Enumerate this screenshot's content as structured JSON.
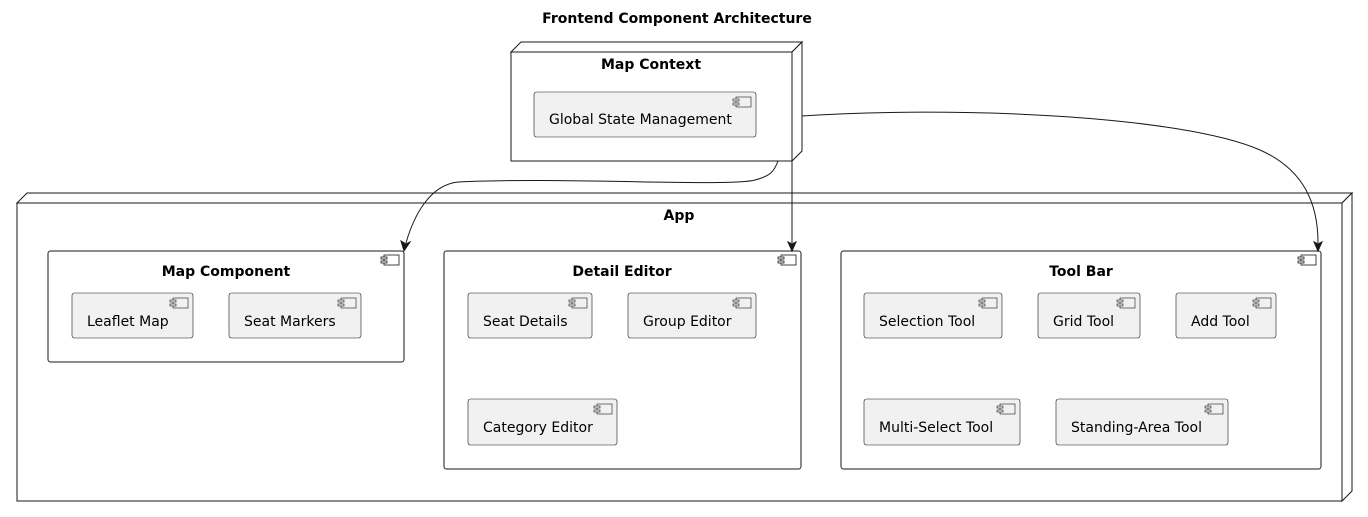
{
  "diagram": {
    "title": "Frontend Component Architecture",
    "nodes": {
      "map_context": {
        "label": "Map Context",
        "components": [
          "Global State Management"
        ]
      },
      "app": {
        "label": "App",
        "groups": {
          "map_component": {
            "label": "Map Component",
            "components": [
              "Leaflet Map",
              "Seat Markers"
            ]
          },
          "detail_editor": {
            "label": "Detail Editor",
            "components": [
              "Seat Details",
              "Group Editor",
              "Category Editor"
            ]
          },
          "tool_bar": {
            "label": "Tool Bar",
            "components": [
              "Selection Tool",
              "Grid Tool",
              "Add Tool",
              "Multi-Select Tool",
              "Standing-Area Tool"
            ]
          }
        }
      }
    },
    "edges": [
      {
        "from": "Map Context",
        "to": "Map Component"
      },
      {
        "from": "Map Context",
        "to": "Detail Editor"
      },
      {
        "from": "Map Context",
        "to": "Tool Bar"
      }
    ],
    "colors": {
      "stroke": "#181818",
      "component_fill": "#f1f1f1",
      "background": "#ffffff"
    }
  }
}
